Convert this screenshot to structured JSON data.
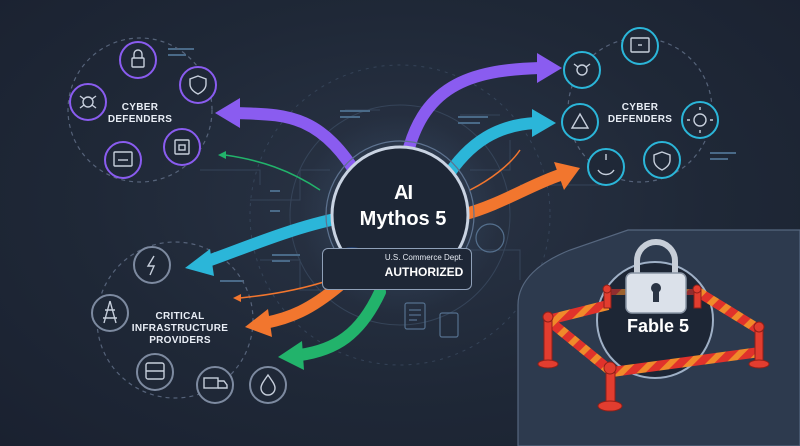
{
  "center": {
    "logo": "AI",
    "title": "Mythos 5",
    "seal_icon": "commerce-seal-icon",
    "badge_line1": "U.S. Commerce Dept.",
    "badge_line2": "AUTHORIZED"
  },
  "clusters": {
    "left_top_label": "CYBER\nDEFENDERS",
    "right_top_label": "CYBER\nDEFENDERS",
    "left_bottom_label": "CRITICAL INFRASTRUCTURE\nPROVIDERS"
  },
  "restricted": {
    "label": "Fable 5",
    "icon": "padlock-icon"
  },
  "colors": {
    "purple": "#8a5cf0",
    "cyan": "#2bb6d9",
    "orange": "#f2762e",
    "green": "#22b36b",
    "barrier_red": "#e0322b",
    "barrier_orange": "#f08a2a",
    "background": "#1f2837"
  }
}
